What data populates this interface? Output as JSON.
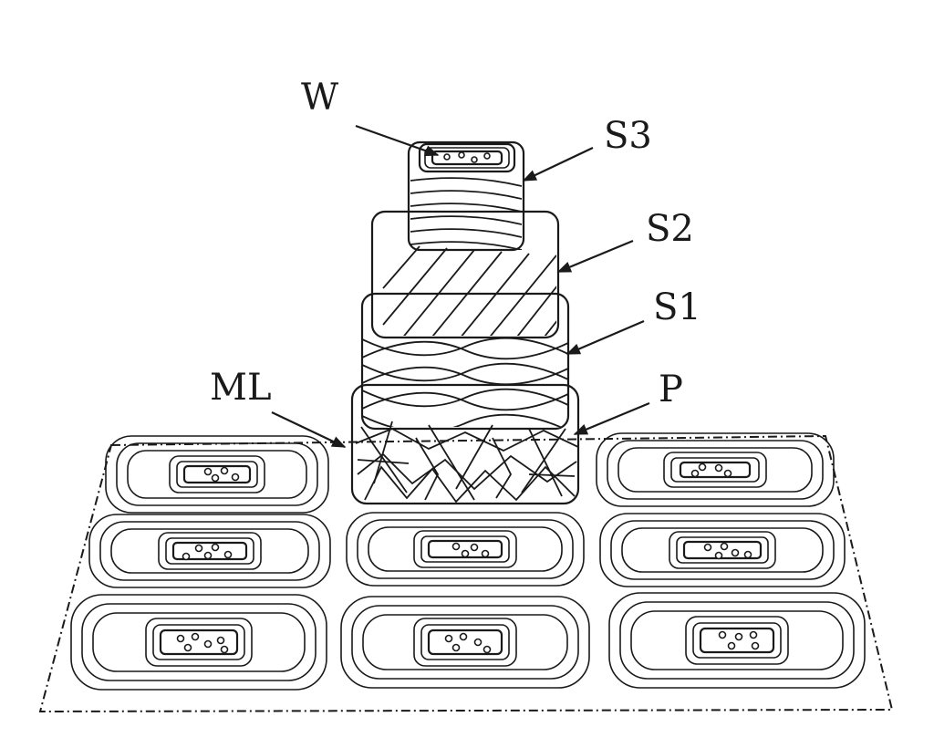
{
  "labels": {
    "W": "W",
    "S3": "S3",
    "S2": "S2",
    "S1": "S1",
    "ML": "ML",
    "P": "P"
  }
}
